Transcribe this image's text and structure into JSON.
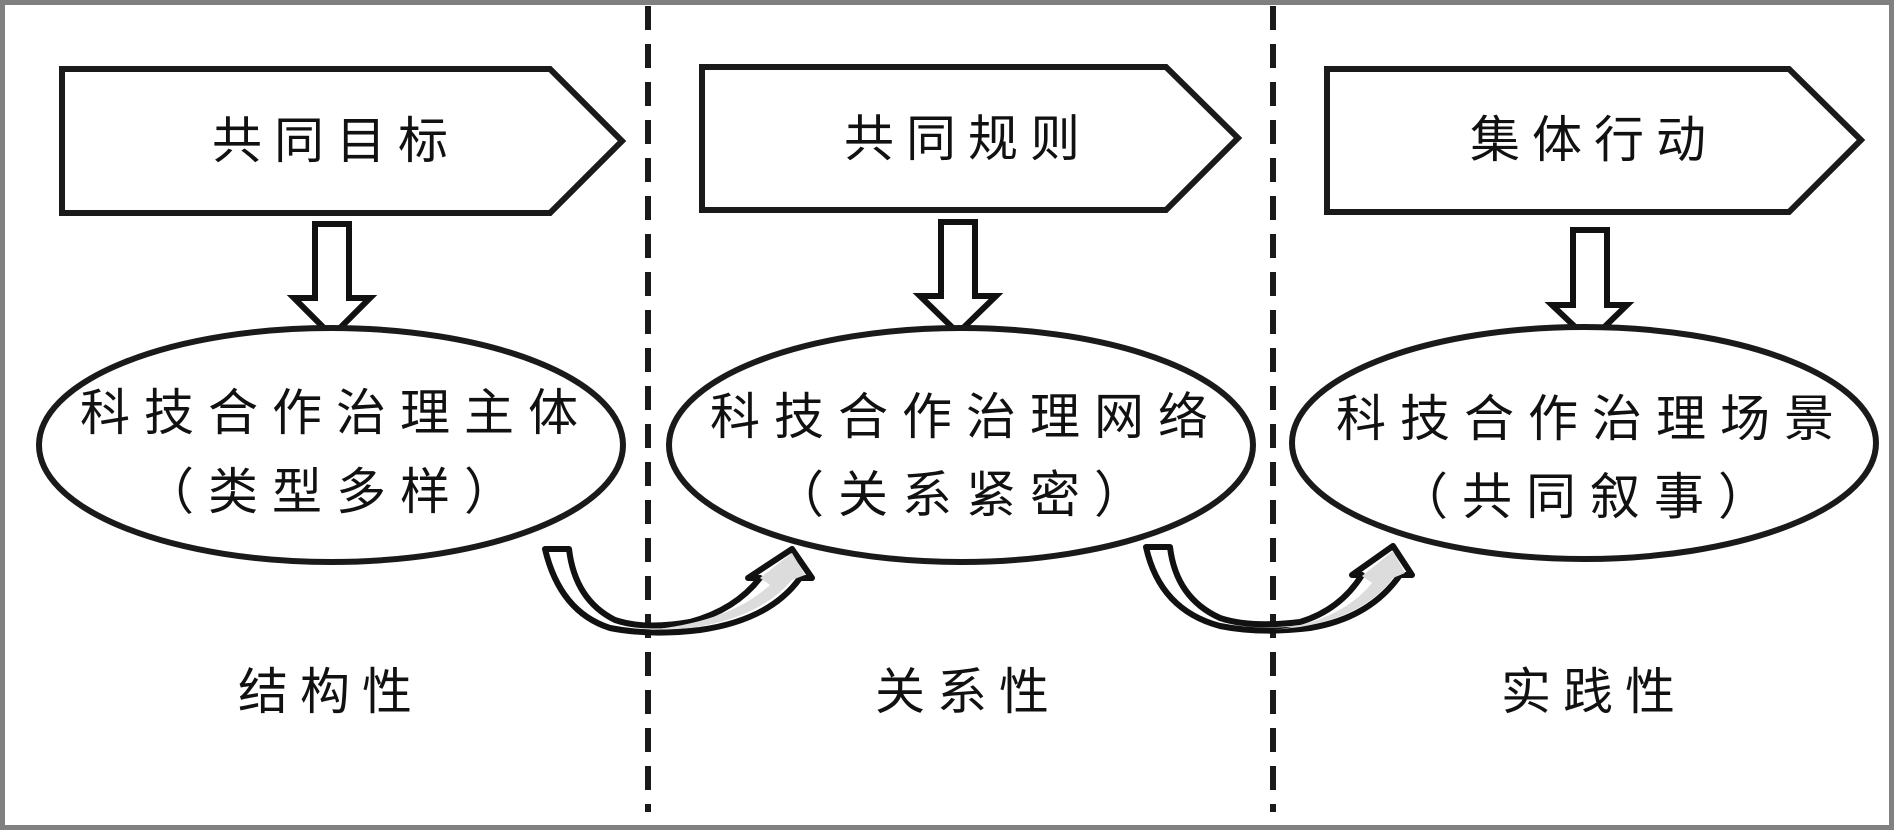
{
  "diagram": {
    "colors": {
      "frame_border": "#808080",
      "stroke": "#1a1a1a",
      "background": "#ffffff",
      "curved_arrow_fill": "#dcdcdc"
    },
    "columns": [
      {
        "header": "共同目标",
        "node_title": "科技合作治理主体",
        "node_subtitle": "（类型多样）",
        "dimension": "结构性"
      },
      {
        "header": "共同规则",
        "node_title": "科技合作治理网络",
        "node_subtitle": "（关系紧密）",
        "dimension": "关系性"
      },
      {
        "header": "集体行动",
        "node_title": "科技合作治理场景",
        "node_subtitle": "（共同叙事）",
        "dimension": "实践性"
      }
    ],
    "transitions": [
      {
        "from": "科技合作治理主体",
        "to": "科技合作治理网络"
      },
      {
        "from": "科技合作治理网络",
        "to": "科技合作治理场景"
      }
    ]
  }
}
